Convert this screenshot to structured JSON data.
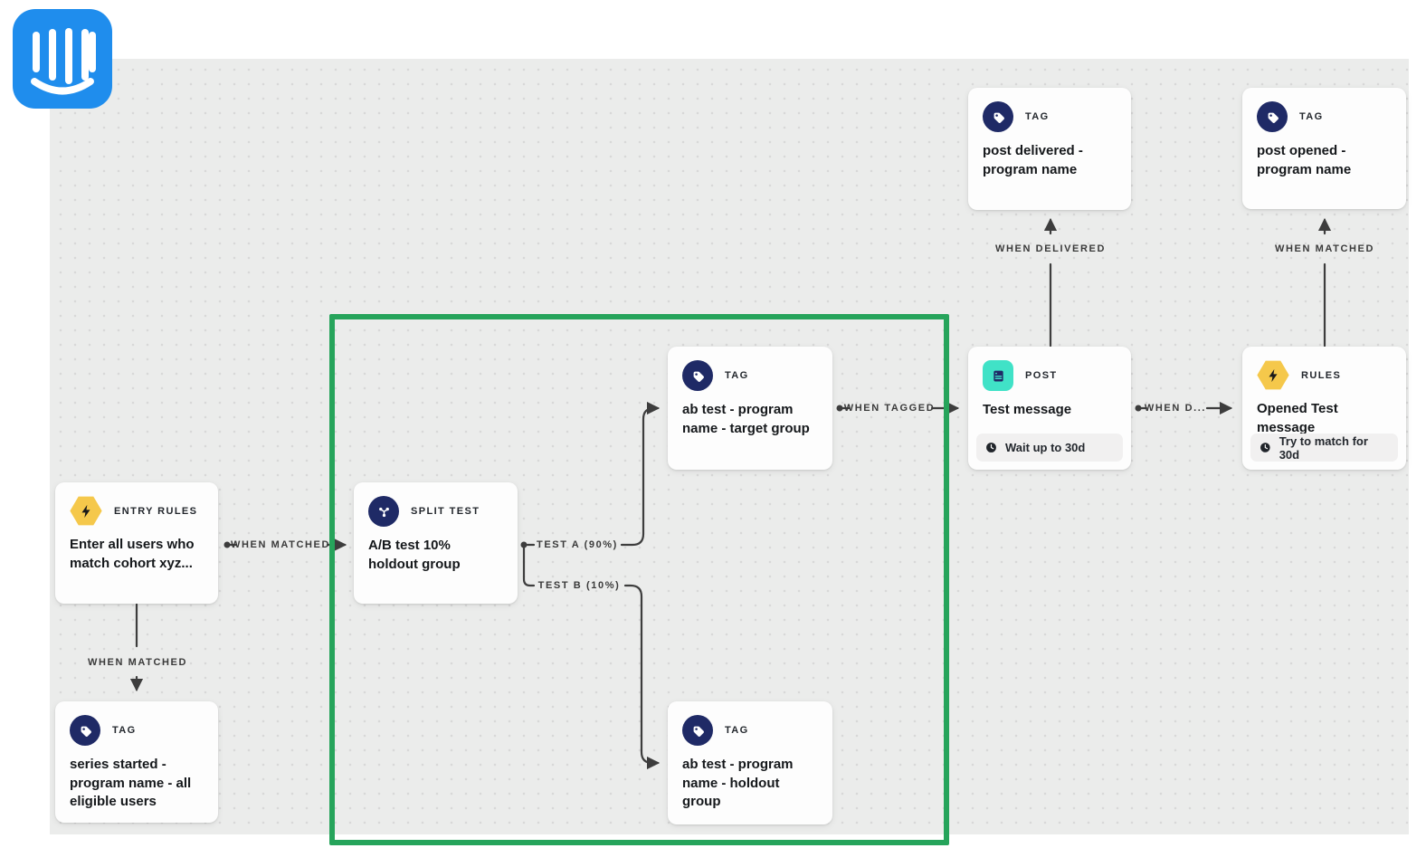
{
  "logo": {
    "name": "intercom-logo",
    "color": "#1f8ded"
  },
  "canvas": {
    "background": "#ebeceb",
    "dot_color": "#d8d8d8"
  },
  "highlight_box": {
    "color": "#26a45b"
  },
  "colors": {
    "connector": "#3d3d3d",
    "navy_icon": "#1f2a66",
    "yellow_icon": "#f5c84b",
    "teal_icon": "#40e2c7",
    "card_bg": "#fdfdfd",
    "footer_bg": "#f1f0f0"
  },
  "nodes": [
    {
      "id": "entry",
      "icon": "lightning-hexagon-icon",
      "type_label": "ENTRY RULES",
      "body": "Enter all users who match cohort xyz..."
    },
    {
      "id": "series",
      "icon": "tag-icon",
      "type_label": "TAG",
      "body": "series started - program name - all eligible users"
    },
    {
      "id": "split",
      "icon": "split-test-icon",
      "type_label": "SPLIT TEST",
      "body": "A/B test 10% holdout group"
    },
    {
      "id": "target",
      "icon": "tag-icon",
      "type_label": "TAG",
      "body": "ab test - program name - target group"
    },
    {
      "id": "holdout",
      "icon": "tag-icon",
      "type_label": "TAG",
      "body": "ab test - program name - holdout group"
    },
    {
      "id": "post",
      "icon": "post-icon",
      "type_label": "POST",
      "body": "Test message",
      "footer": "Wait up to 30d"
    },
    {
      "id": "rules",
      "icon": "lightning-hexagon-icon",
      "type_label": "RULES",
      "body": "Opened Test message",
      "footer": "Try to match for 30d"
    },
    {
      "id": "delivered",
      "icon": "tag-icon",
      "type_label": "TAG",
      "body": "post delivered - program name"
    },
    {
      "id": "opened",
      "icon": "tag-icon",
      "type_label": "TAG",
      "body": "post opened - program name"
    }
  ],
  "edges": [
    {
      "id": "entry-to-split",
      "label": "WHEN MATCHED"
    },
    {
      "id": "entry-to-series",
      "label": "WHEN MATCHED"
    },
    {
      "id": "split-test-a",
      "label": "TEST A (90%)"
    },
    {
      "id": "split-test-b",
      "label": "TEST B (10%)"
    },
    {
      "id": "target-to-post",
      "label": "WHEN TAGGED"
    },
    {
      "id": "post-to-rules",
      "label": "WHEN D..."
    },
    {
      "id": "post-to-delivered",
      "label": "WHEN DELIVERED"
    },
    {
      "id": "rules-to-opened",
      "label": "WHEN MATCHED"
    }
  ]
}
